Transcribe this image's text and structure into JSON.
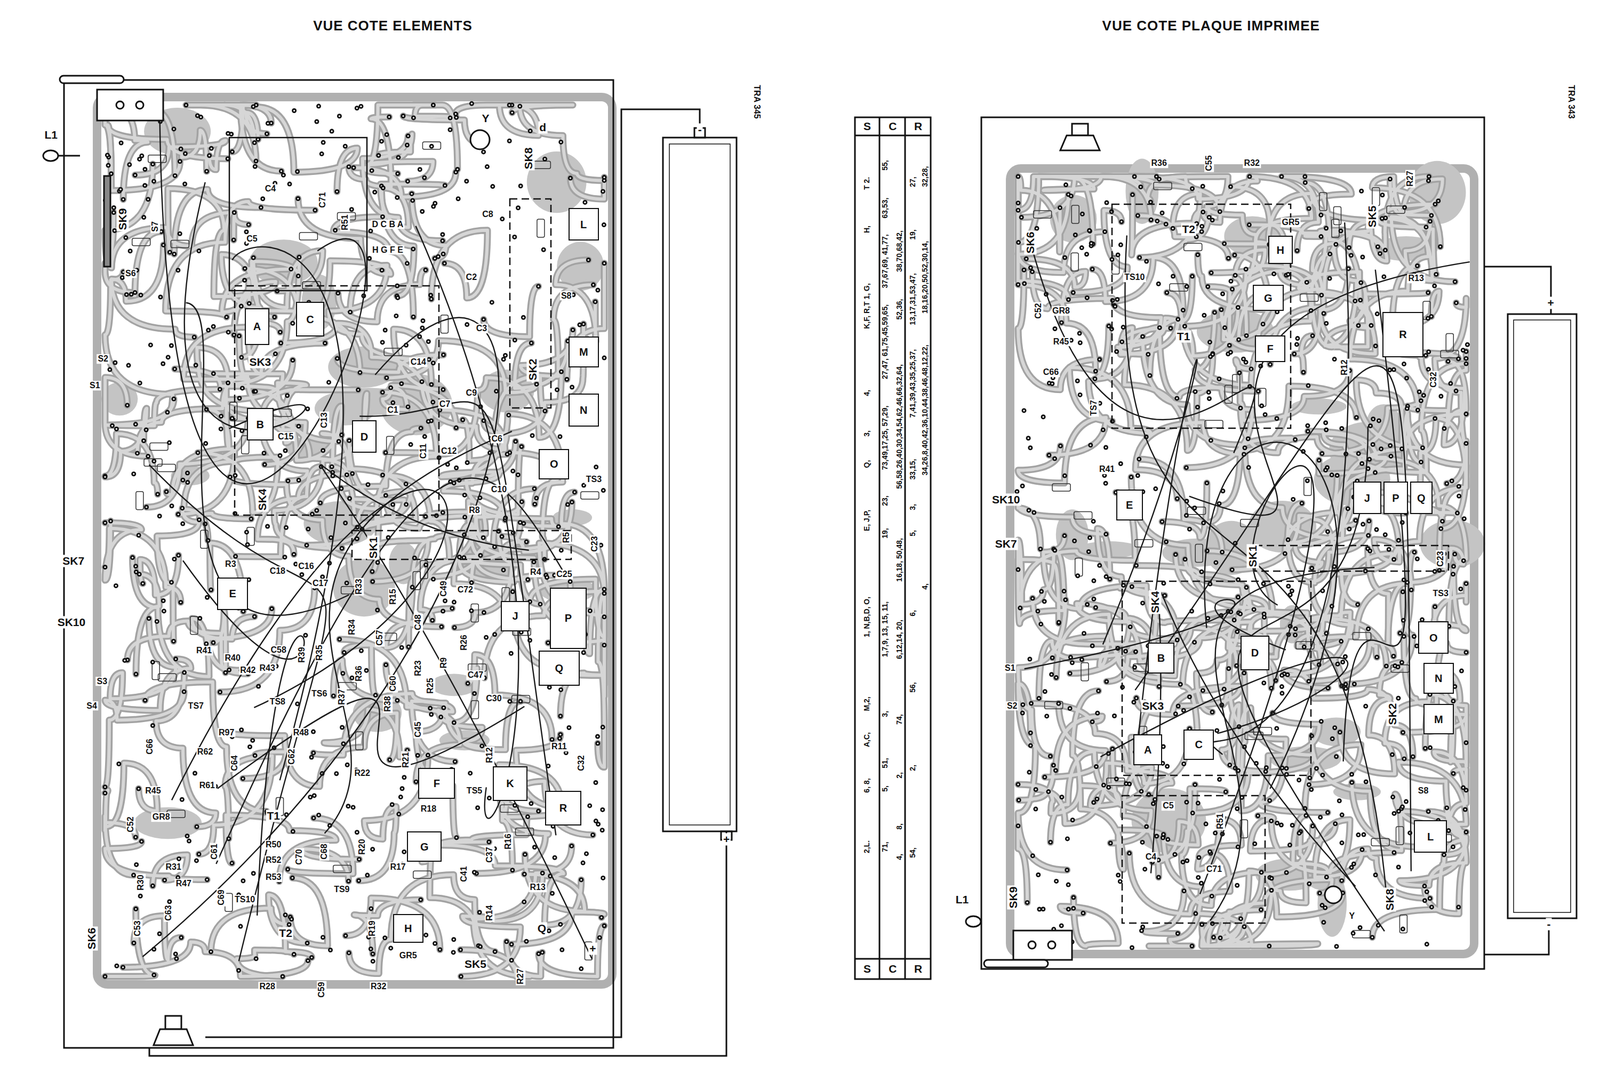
{
  "diagram": {
    "nodes": [
      {
        "text": [
          "L"
        ]
      },
      {
        "text": [
          "A"
        ]
      },
      {
        "text": [
          "C"
        ]
      },
      {
        "text": [
          "M"
        ]
      },
      {
        "text": [
          "N"
        ]
      },
      {
        "text": [
          "B"
        ]
      },
      {
        "text": [
          "D"
        ]
      },
      {
        "text": [
          "O"
        ]
      },
      {
        "text": [
          "E"
        ]
      },
      {
        "text": [
          "J"
        ]
      },
      {
        "text": [
          "P"
        ]
      },
      {
        "text": [
          "Q"
        ]
      },
      {
        "text": [
          "K"
        ]
      },
      {
        "text": [
          "F"
        ]
      },
      {
        "text": [
          "R"
        ]
      },
      {
        "text": [
          "G"
        ]
      },
      {
        "text": [
          "H"
        ]
      },
      {
        "text": [
          "H"
        ]
      },
      {
        "text": [
          "G"
        ]
      },
      {
        "text": [
          "R"
        ]
      },
      {
        "text": [
          "F"
        ]
      },
      {
        "text": [
          "J"
        ]
      },
      {
        "text": [
          "P"
        ]
      },
      {
        "text": [
          "Q"
        ]
      },
      {
        "text": [
          "E"
        ]
      },
      {
        "text": [
          "O"
        ]
      },
      {
        "text": [
          "D"
        ]
      },
      {
        "text": [
          "B"
        ]
      },
      {
        "text": [
          "N"
        ]
      },
      {
        "text": [
          "M"
        ]
      },
      {
        "text": [
          "C"
        ]
      },
      {
        "text": [
          "A"
        ]
      },
      {
        "text": [
          "L"
        ]
      }
    ],
    "labels": [
      "VUE COTE ELEMENTS",
      "VUE COTE PLAQUE IMPRIMEE",
      "TRA 345",
      "TRA 343",
      "-",
      "+",
      "+",
      "-",
      "S",
      "C",
      "R",
      "S",
      "C",
      "R",
      "2,L.",
      "6, 8,",
      "A,C,",
      "M,2,",
      "1, N,B,D, O,",
      "E, J,P,",
      "Q,",
      "3,",
      "4,",
      "K,F, R,T 1, G,",
      "H,",
      "T 2.",
      "71,",
      "5,",
      "51,",
      "3,",
      "1,7,9, 13, 15, 11,",
      "19,",
      "23,",
      "73,49,17,25, 57,29,",
      "27,47, 61,75,45,59,65,",
      "37,67,69, 41,77,",
      "63,53,",
      "55,",
      "4,",
      "8,",
      "2,",
      "74,",
      "6,12,14, 20,",
      "16,18, 50,48,",
      "56,58,26,40,30,34,54,62,46,66,32,64,",
      "52,36,",
      "38,70,68,42,",
      "54,",
      "2,",
      "56,",
      "6,",
      "5,",
      "3,",
      "33,15,",
      "7,41,39,43,35,25,37,",
      "13,17,31,53,47,",
      "19,",
      "27,",
      "4,",
      "34,26,8,40,42,36,10,44,38,46,48,12,22,",
      "18,16,20,50,52,30,14,",
      "32,28,",
      "L1",
      "SK9",
      "S7",
      "S6",
      "S2",
      "S1",
      "C4",
      "C5",
      "C71",
      "R51",
      "D C B A",
      "H G F E",
      "Y",
      "SK8",
      "d",
      "C8",
      "C2",
      "C3",
      "S8",
      "SK2",
      "SK3",
      "C14",
      "C1",
      "C15",
      "C13",
      "C9",
      "C7",
      "C11",
      "C12",
      "C6",
      "SK4",
      "C10",
      "TS3",
      "R8",
      "R5",
      "C23",
      "SK1",
      "R4",
      "SK7",
      "SK10",
      "R3",
      "C18",
      "C16",
      "C17",
      "R33",
      "R15",
      "C49",
      "C72",
      "C25",
      "R41",
      "R40",
      "R42",
      "R43",
      "C58",
      "R39",
      "R35",
      "R34",
      "C57",
      "C48",
      "R23",
      "R9",
      "R26",
      "R25",
      "C60",
      "R36",
      "R37",
      "C47",
      "C30",
      "S3",
      "S4",
      "TS7",
      "TS8",
      "TS6",
      "R97",
      "R48",
      "R62",
      "C64",
      "C66",
      "C62",
      "R45",
      "R61",
      "GR8",
      "C52",
      "R22",
      "R21",
      "C45",
      "R38",
      "R18",
      "TS5",
      "R12",
      "R11",
      "C32",
      "C61",
      "T1",
      "R50",
      "R52",
      "R53",
      "C70",
      "C68",
      "R20",
      "TS9",
      "R17",
      "R16",
      "C37",
      "C41",
      "R13",
      "R30",
      "R31",
      "R47",
      "C53",
      "C63",
      "SK6",
      "TS10",
      "C69",
      "T2",
      "R19",
      "GR5",
      "R14",
      "Q",
      "SK5",
      "R27",
      "R28",
      "R32",
      "C59",
      "+",
      "SK6",
      "SK5",
      "R36",
      "C55",
      "R32",
      "R27",
      "T2",
      "GR5",
      "TS10",
      "T1",
      "GR8",
      "C52",
      "R45",
      "C66",
      "TS7",
      "R41",
      "SK10",
      "SK7",
      "SK1",
      "C23",
      "TS3",
      "SK4",
      "SK3",
      "SK2",
      "S8",
      "S1",
      "S2",
      "C5",
      "C4",
      "R51",
      "C71",
      "SK9",
      "L1",
      "SK8",
      "Y",
      "R13",
      "C32",
      "R12"
    ]
  }
}
